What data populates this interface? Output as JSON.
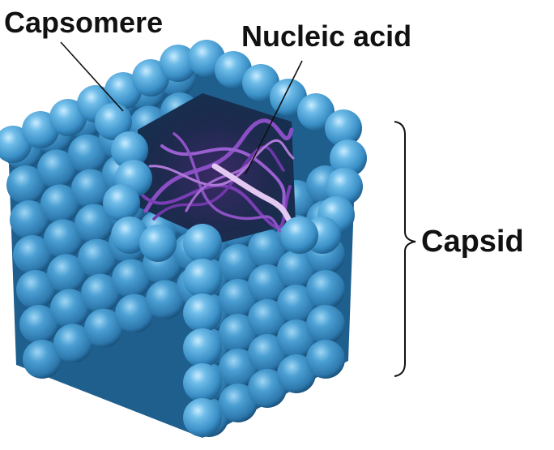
{
  "labels": {
    "capsomere": "Capsomere",
    "nucleic_acid": "Nucleic acid",
    "capsid": "Capsid"
  },
  "colors": {
    "capsomere": "#4aa3d8",
    "capsomere_dark": "#1f5f8e",
    "capsomere_light": "#c9ecff",
    "nucleic_acid": "#8a4fc4",
    "nucleic_acid_light": "#e3c9f2",
    "label_text": "#111111",
    "leader_line": "#111111"
  }
}
